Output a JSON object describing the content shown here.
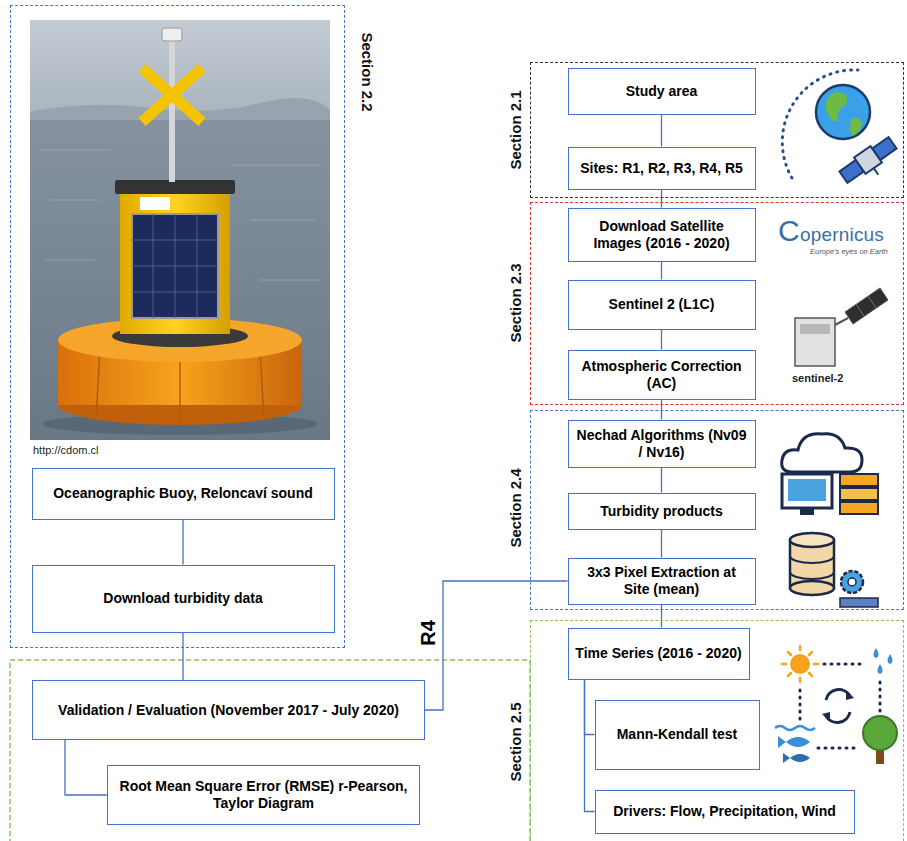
{
  "diagram": {
    "nodes": [
      {
        "text": [
          "Section 2.2"
        ]
      },
      {
        "text": [
          "Oceanographic Buoy, Reloncaví sound"
        ],
        "in": 0
      },
      {
        "text": [
          "Download turbidity data"
        ],
        "in": 0
      },
      {
        "text": [
          "Validation / Evaluation (November 2017 - July 2020)"
        ]
      },
      {
        "text": [
          "Root Mean Square Error (RMSE) r-Pearson, Taylor Diagram"
        ]
      },
      {
        "text": [
          "Section 2.1"
        ]
      },
      {
        "text": [
          "Study area"
        ],
        "in": 5
      },
      {
        "text": [
          "Sites: R1, R2, R3, R4, R5"
        ],
        "in": 5
      },
      {
        "text": [
          "Section 2.3"
        ]
      },
      {
        "text": [
          "Download Satellite Images (2016 - 2020)"
        ],
        "in": 8
      },
      {
        "text": [
          "Sentinel 2 (L1C)"
        ],
        "in": 8
      },
      {
        "text": [
          "Atmospheric Correction (AC)"
        ],
        "in": 8
      },
      {
        "text": [
          "Section 2.4"
        ]
      },
      {
        "text": [
          "Nechad Algorithms (Nv09 / Nv16)"
        ],
        "in": 12
      },
      {
        "text": [
          "Turbidity products"
        ],
        "in": 12
      },
      {
        "text": [
          "3x3 Pixel Extraction at Site (mean)"
        ],
        "in": 12
      },
      {
        "text": [
          "Section 2.5"
        ]
      },
      {
        "text": [
          "Time Series (2016 - 2020)"
        ],
        "in": 16
      },
      {
        "text": [
          "Mann-Kendall test"
        ],
        "in": 16
      },
      {
        "text": [
          "Drivers: Flow, Precipitation, Wind"
        ],
        "in": 16
      }
    ],
    "edges": [
      {
        "from": 1,
        "to": 2,
        "arrow": "none"
      },
      {
        "from": 2,
        "to": 3,
        "arrow": "none"
      },
      {
        "from": 3,
        "to": 4,
        "arrow": "none"
      },
      {
        "from": 6,
        "to": 7,
        "arrow": "none"
      },
      {
        "from": 7,
        "to": 9,
        "arrow": "none"
      },
      {
        "from": 9,
        "to": 10,
        "arrow": "none"
      },
      {
        "from": 10,
        "to": 11,
        "arrow": "none"
      },
      {
        "from": 11,
        "to": 13,
        "arrow": "none"
      },
      {
        "from": 13,
        "to": 14,
        "arrow": "none"
      },
      {
        "from": 14,
        "to": 15,
        "arrow": "none"
      },
      {
        "from": 15,
        "to": 3,
        "label": "R4",
        "arrow": "none"
      },
      {
        "from": 15,
        "to": 17,
        "arrow": "none"
      },
      {
        "from": 17,
        "to": 18,
        "arrow": "none"
      },
      {
        "from": 17,
        "to": 19,
        "arrow": "none"
      }
    ],
    "labels": [
      "http://cdom.cl",
      "Copernicus",
      "Europe's eyes on Earth",
      "sentinel-2"
    ]
  }
}
